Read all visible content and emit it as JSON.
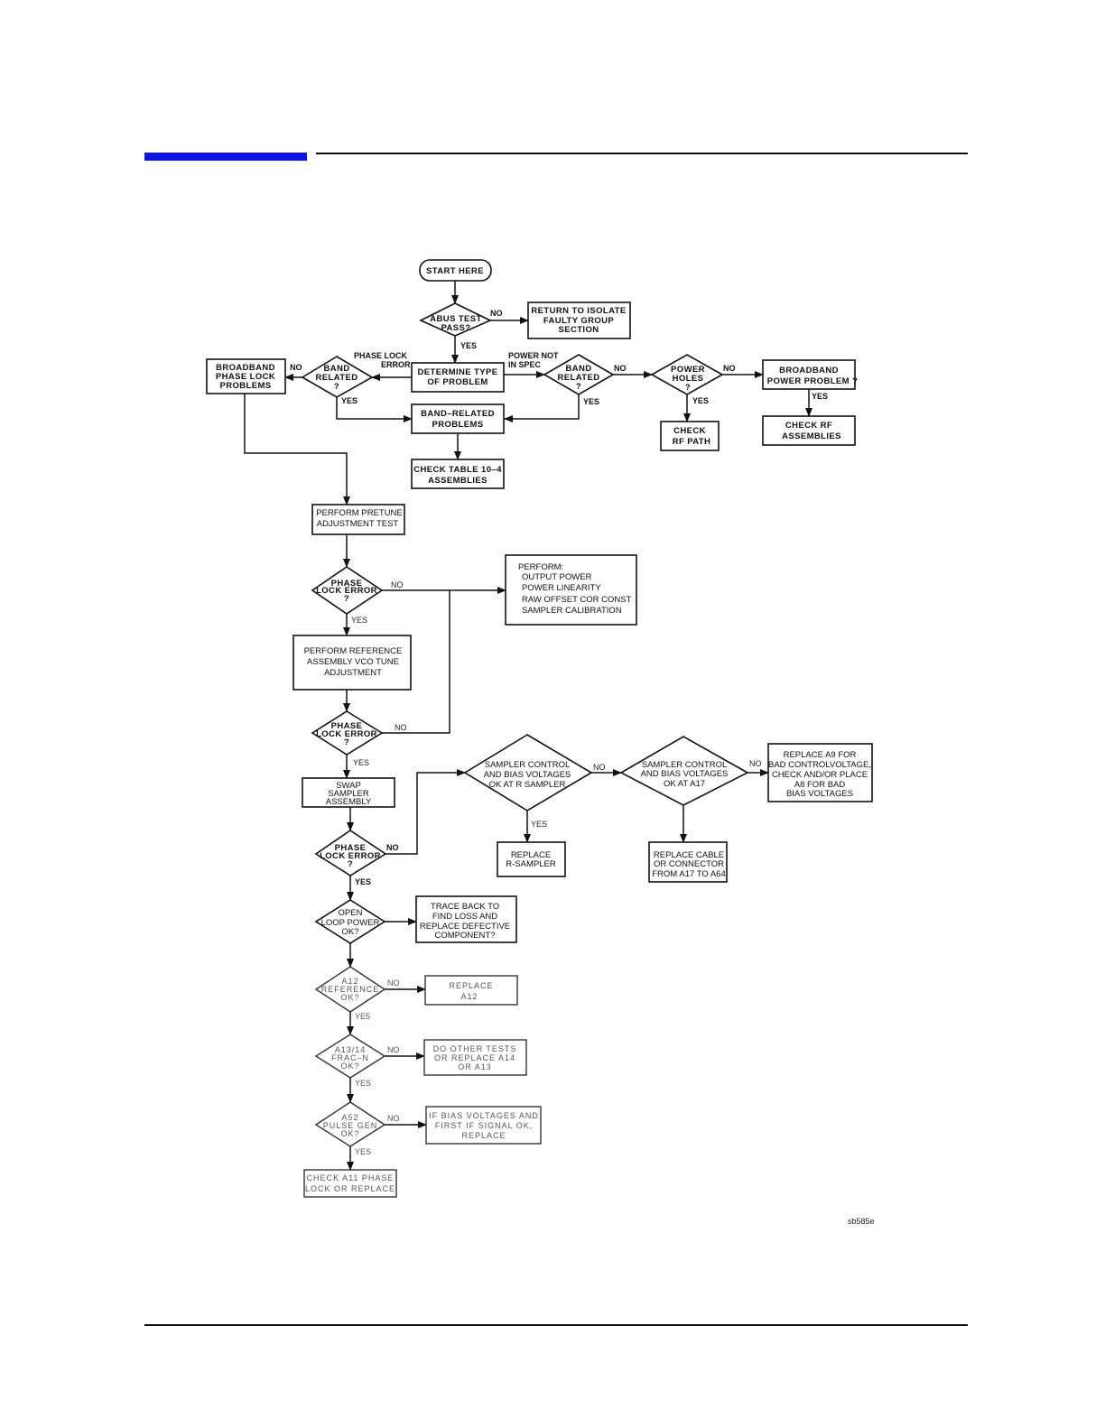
{
  "nodes": {
    "start": [
      "START HERE"
    ],
    "abus": [
      "ABUS TEST",
      "PASS?"
    ],
    "return_isolate": [
      "RETURN TO ISOLATE",
      "FAULTY GROUP",
      "SECTION"
    ],
    "determine_type": [
      "DETERMINE TYPE",
      "OF PROBLEM"
    ],
    "band_related_left": [
      "BAND",
      "RELATED",
      "?"
    ],
    "broadband_phase_lock": [
      "BROADBAND",
      "PHASE LOCK",
      "PROBLEMS"
    ],
    "band_related_right": [
      "BAND",
      "RELATED",
      "?"
    ],
    "power_holes": [
      "POWER",
      "HOLES",
      "?"
    ],
    "broadband_power": [
      "BROADBAND",
      "POWER PROBLEM ?"
    ],
    "check_rf_path": [
      "CHECK",
      "RF PATH"
    ],
    "check_rf_assemblies": [
      "CHECK RF",
      "ASSEMBLIES"
    ],
    "band_related_problems": [
      "BAND–RELATED",
      "PROBLEMS"
    ],
    "check_table": [
      "CHECK TABLE 10–4",
      "ASSEMBLIES"
    ],
    "pretune": [
      "PERFORM PRETUNE",
      "ADJUSTMENT TEST"
    ],
    "phase_lock_1": [
      "PHASE",
      "LOCK ERROR",
      "?"
    ],
    "perform_list": [
      "PERFORM:",
      "OUTPUT POWER",
      "POWER LINEARITY",
      "RAW OFFSET COR CONST",
      "SAMPLER CALIBRATION"
    ],
    "reference_vco": [
      "PERFORM REFERENCE",
      "ASSEMBLY VCO TUNE",
      "ADJUSTMENT"
    ],
    "phase_lock_2": [
      "PHASE",
      "LOCK ERROR",
      "?"
    ],
    "swap_sampler": [
      "SWAP",
      "SAMPLER",
      "ASSEMBLY"
    ],
    "phase_lock_3": [
      "PHASE",
      "LOCK ERROR",
      "?"
    ],
    "sampler_r": [
      "SAMPLER CONTROL",
      "AND BIAS VOLTAGES",
      "OK AT R SAMPLER"
    ],
    "sampler_a17": [
      "SAMPLER CONTROL",
      "AND BIAS VOLTAGES",
      "OK AT A17"
    ],
    "replace_a9": [
      "REPLACE A9 FOR",
      "BAD CONTROLVOLTAGE,",
      "CHECK AND/OR PLACE",
      "A8 FOR BAD",
      "BIAS VOLTAGES"
    ],
    "replace_r_sampler": [
      "REPLACE",
      "R-SAMPLER"
    ],
    "replace_cable": [
      "REPLACE CABLE",
      "OR CONNECTOR",
      "FROM A17 TO A64"
    ],
    "open_loop": [
      "OPEN",
      "LOOP POWER",
      "OK?"
    ],
    "trace_back": [
      "TRACE BACK TO",
      "FIND LOSS AND",
      "REPLACE DEFECTIVE",
      "COMPONENT?"
    ],
    "a12_ref": [
      "A12",
      "REFERENCE",
      "OK?"
    ],
    "replace_a12": [
      "REPLACE",
      "A12"
    ],
    "a13_fracn": [
      "A13/14",
      "FRAC–N",
      "OK?"
    ],
    "other_tests": [
      "DO OTHER TESTS",
      "OR REPLACE A14",
      "OR A13"
    ],
    "a52_pulse": [
      "A52",
      "PULSE GEN",
      "OK?"
    ],
    "bias_if": [
      "IF BIAS VOLTAGES AND",
      "FIRST IF SIGNAL OK,",
      "REPLACE"
    ],
    "check_a11": [
      "CHECK A11 PHASE",
      "LOCK OR REPLACE"
    ]
  },
  "labels": {
    "no": "NO",
    "yes": "YES",
    "yes_faded": "YE5",
    "phase_lock_error": [
      "PHASE LOCK",
      "ERROR"
    ],
    "power_not_in_spec": [
      "POWER NOT",
      "IN SPEC"
    ]
  },
  "figure_ref": "sb585e"
}
